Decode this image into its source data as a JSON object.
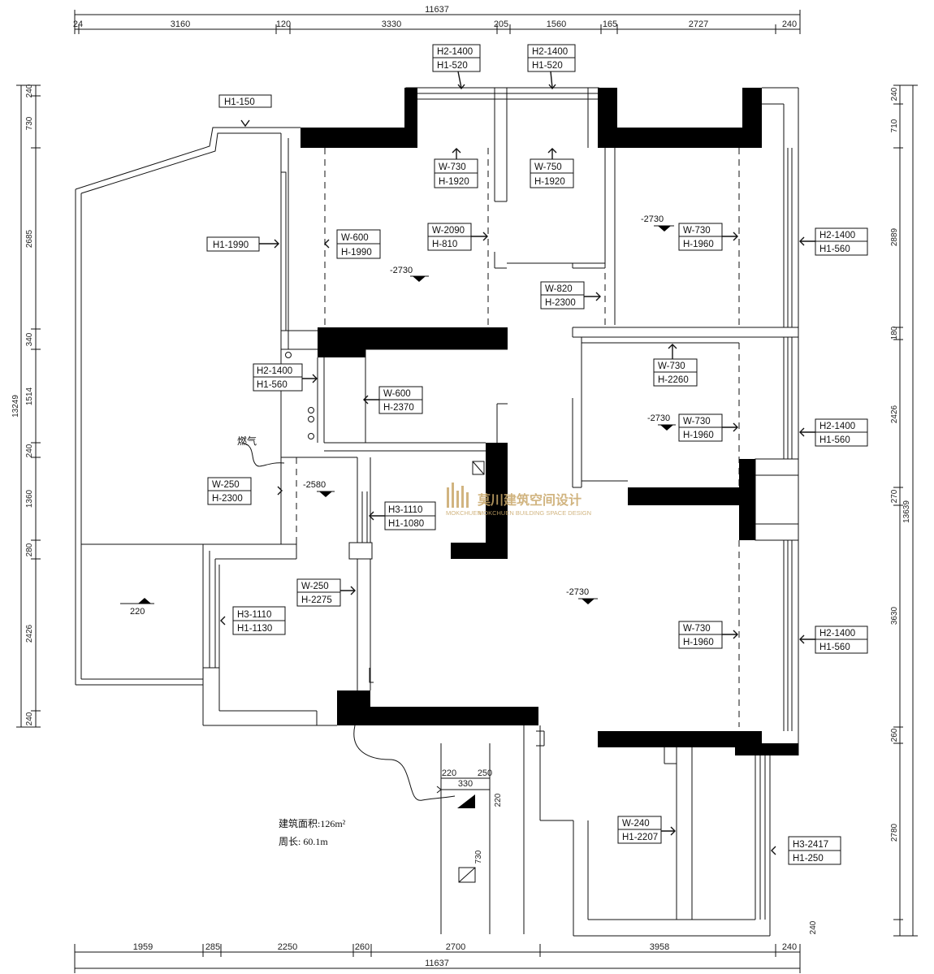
{
  "top_dimensions": {
    "overall": "11637",
    "segments": [
      "24",
      "3160",
      "120",
      "3330",
      "205",
      "1560",
      "165",
      "2727",
      "240"
    ]
  },
  "bottom_dimensions": {
    "overall": "11637",
    "segments": [
      "1959",
      "285",
      "2250",
      "260",
      "2700",
      "3958",
      "240"
    ]
  },
  "left_dimensions": {
    "overall": "13249",
    "segments": [
      "240",
      "730",
      "2685",
      "340",
      "1514",
      "240",
      "1360",
      "280",
      "2426",
      "240"
    ]
  },
  "right_dimensions": {
    "overall": "13639",
    "segments": [
      "240",
      "710",
      "2889",
      "180",
      "2426",
      "270",
      "3630",
      "260",
      "2780",
      "240"
    ]
  },
  "window_tags": [
    {
      "id": "top-window-1",
      "line1": "H2-1400",
      "line2": "H1-520"
    },
    {
      "id": "top-window-2",
      "line1": "H2-1400",
      "line2": "H1-520"
    },
    {
      "id": "top-left-window",
      "line1": "H1-150",
      "line2": ""
    },
    {
      "id": "bed1-door",
      "line1": "W-730",
      "line2": "H-1920"
    },
    {
      "id": "bed2-door",
      "line1": "W-750",
      "line2": "H-1920"
    },
    {
      "id": "balcony-left-window",
      "line1": "H1-1990",
      "line2": ""
    },
    {
      "id": "bed-left-window",
      "line1": "W-600",
      "line2": "H-1990"
    },
    {
      "id": "center-opening",
      "line1": "W-2090",
      "line2": "H-810"
    },
    {
      "id": "bed-right-door",
      "line1": "W-730",
      "line2": "H-1960"
    },
    {
      "id": "right-window-1",
      "line1": "H2-1400",
      "line2": "H1-560"
    },
    {
      "id": "hall-door",
      "line1": "W-820",
      "line2": "H-2300"
    },
    {
      "id": "right-door-2",
      "line1": "W-730",
      "line2": "H-2260"
    },
    {
      "id": "kitchen-window",
      "line1": "H2-1400",
      "line2": "H1-560"
    },
    {
      "id": "bath-door",
      "line1": "W-600",
      "line2": "H-2370"
    },
    {
      "id": "bed3-door",
      "line1": "W-730",
      "line2": "H-1960"
    },
    {
      "id": "right-window-2",
      "line1": "H2-1400",
      "line2": "H1-560"
    },
    {
      "id": "laundry-door",
      "line1": "W-250",
      "line2": "H-2300"
    },
    {
      "id": "corridor-window",
      "line1": "H3-1110",
      "line2": "H1-1080"
    },
    {
      "id": "study-door",
      "line1": "W-250",
      "line2": "H-2275"
    },
    {
      "id": "study-window",
      "line1": "H3-1110",
      "line2": "H1-1130"
    },
    {
      "id": "living-door",
      "line1": "W-730",
      "line2": "H-1960"
    },
    {
      "id": "right-window-3",
      "line1": "H2-1400",
      "line2": "H1-560"
    },
    {
      "id": "balcony-door",
      "line1": "W-240",
      "line2": "H1-2207"
    },
    {
      "id": "balcony-window",
      "line1": "H3-2417",
      "line2": "H1-250"
    }
  ],
  "levels": [
    {
      "id": "lvl-bed1",
      "text": "-2730"
    },
    {
      "id": "lvl-bed2",
      "text": "-2730"
    },
    {
      "id": "lvl-bed3",
      "text": "-2730"
    },
    {
      "id": "lvl-laundry",
      "text": "-2580"
    },
    {
      "id": "lvl-living",
      "text": "-2730"
    },
    {
      "id": "lvl-balcony",
      "text": "220"
    }
  ],
  "labels": {
    "gas": "燃气",
    "area": "建筑面积:126m²",
    "perimeter": "周长: 60.1m",
    "stair_w": "330",
    "stair_a": "220",
    "stair_b": "250",
    "stair_c": "220",
    "stair_d": "730"
  },
  "watermark": {
    "logo_text": "MOKCHUEN",
    "name_cn": "莫川建筑空间设计",
    "name_en": "MOKCHUEN BUILDING SPACE DESIGN",
    "color": "#c9a86a"
  }
}
